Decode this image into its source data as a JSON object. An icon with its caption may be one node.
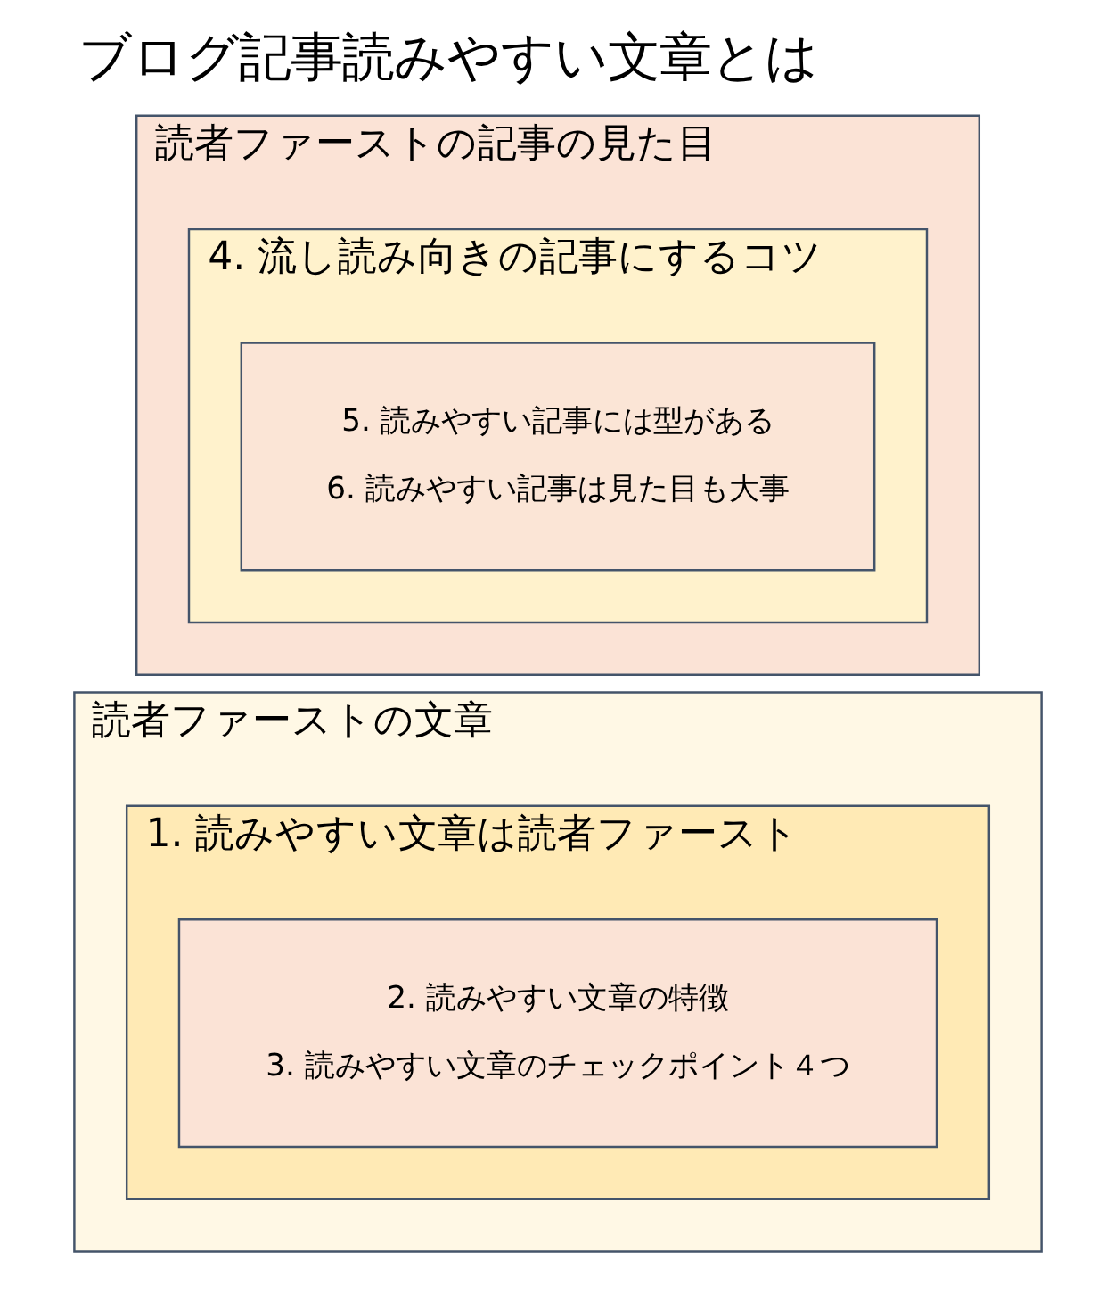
{
  "diagram": {
    "title": "ブログ記事読みやすい文章とは",
    "nodes": [
      {
        "text": [
          "読者ファーストの文章"
        ]
      },
      {
        "text": [
          "1. 読みやすい文章は読者ファースト"
        ],
        "in": 0
      },
      {
        "text": [
          "2. 読みやすい文章の特徴",
          "3. 読みやすい文章のチェックポイント４つ"
        ],
        "in": 1
      },
      {
        "text": [
          "読者ファーストの記事の見た目"
        ]
      },
      {
        "text": [
          "4. 流し読み向きの記事にするコツ"
        ],
        "in": 3
      },
      {
        "text": [
          "5. 読みやすい記事には型がある",
          "6. 読みやすい記事は見た目も大事"
        ],
        "in": 4
      }
    ],
    "edges": []
  }
}
